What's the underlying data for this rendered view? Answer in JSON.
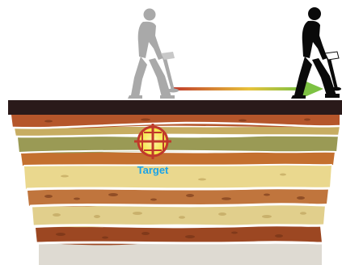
{
  "diagram": {
    "target_label": "Target",
    "walkers": [
      {
        "name": "detector-walker-start",
        "color": "#a9a9a9"
      },
      {
        "name": "detector-walker-end",
        "color": "#0a0a0a"
      }
    ],
    "sweep_arrow": {
      "gradient_start": "#c0392b",
      "gradient_end": "#7dc243"
    },
    "target_marker": {
      "fill": "#f2e23a",
      "cross_color": "#c0392b"
    },
    "label_color": "#1aa3e8",
    "ground_surface_color": "#2a1a1a",
    "soil_layers": [
      {
        "name": "soil-layer-1",
        "color": "#b5562b"
      },
      {
        "name": "soil-layer-2",
        "color": "#c7ad62"
      },
      {
        "name": "soil-layer-3",
        "color": "#9a9a55"
      },
      {
        "name": "soil-layer-4",
        "color": "#c4702f"
      },
      {
        "name": "soil-layer-5",
        "color": "#ead88e"
      },
      {
        "name": "soil-layer-6",
        "color": "#c0753d"
      },
      {
        "name": "soil-layer-7",
        "color": "#e1cf8c"
      },
      {
        "name": "soil-layer-8",
        "color": "#9c4722"
      },
      {
        "name": "soil-layer-9",
        "color": "#dedad2"
      }
    ]
  }
}
